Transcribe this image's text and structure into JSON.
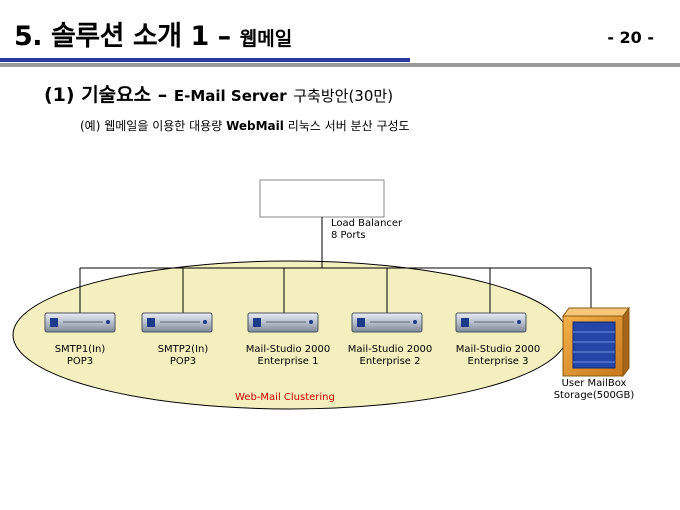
{
  "header": {
    "title_main": "5. 솔루션 소개 1 –",
    "title_sub": "웹메일",
    "page_number": "- 20 -"
  },
  "section": {
    "number_title": "(1) 기술요소 –",
    "server": "E-Mail Server",
    "plan": "구축방안(30만)"
  },
  "example": {
    "prefix": "(예) 웹메일을 이용한 대용량",
    "bold": "WebMail",
    "suffix": "리눅스 서버 분산 구성도"
  },
  "diagram": {
    "load_balancer": {
      "line1": "Load Balancer",
      "line2": "8 Ports"
    },
    "servers": [
      {
        "line1": "SMTP1(In)",
        "line2": "POP3"
      },
      {
        "line1": "SMTP2(In)",
        "line2": "POP3"
      },
      {
        "line1": "Mail-Studio 2000",
        "line2": "Enterprise 1"
      },
      {
        "line1": "Mail-Studio 2000",
        "line2": "Enterprise 2"
      },
      {
        "line1": "Mail-Studio 2000",
        "line2": "Enterprise 3"
      }
    ],
    "storage": {
      "line1": "User MailBox",
      "line2": "Storage(500GB)"
    },
    "cluster_label": "Web-Mail Clustering",
    "colors": {
      "ellipse_fill": "#f4efbf",
      "cluster_text": "#cc0000",
      "rule_blue": "#2a3a9e",
      "server_blue": "#1e3a8a"
    }
  }
}
